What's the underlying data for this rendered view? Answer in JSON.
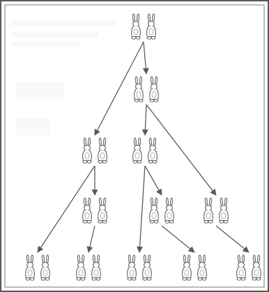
{
  "diagram": {
    "type": "tree",
    "node_icon": "rabbit-pair-icon",
    "colors": {
      "frame": "#222222",
      "background": "#ffffff",
      "stroke": "#6e6e6e",
      "arrow": "#5a5a5a",
      "watermark": "#f3f3f3"
    },
    "nodes": [
      {
        "id": "g1-a"
      },
      {
        "id": "g2-a"
      },
      {
        "id": "g3-a"
      },
      {
        "id": "g3-b"
      },
      {
        "id": "g4-a"
      },
      {
        "id": "g4-b"
      },
      {
        "id": "g4-c"
      },
      {
        "id": "g5-a"
      },
      {
        "id": "g5-b"
      },
      {
        "id": "g5-c"
      },
      {
        "id": "g5-d"
      },
      {
        "id": "g5-e"
      }
    ],
    "edges": [
      {
        "from": "g1-a",
        "to": "g2-a"
      },
      {
        "from": "g1-a",
        "to": "g3-a"
      },
      {
        "from": "g2-a",
        "to": "g3-b"
      },
      {
        "from": "g2-a",
        "to": "g4-c"
      },
      {
        "from": "g3-a",
        "to": "g4-a"
      },
      {
        "from": "g3-a",
        "to": "g5-a"
      },
      {
        "from": "g4-a",
        "to": "g5-b"
      },
      {
        "from": "g3-b",
        "to": "g4-b"
      },
      {
        "from": "g3-b",
        "to": "g5-c"
      },
      {
        "from": "g4-b",
        "to": "g5-d"
      },
      {
        "from": "g4-c",
        "to": "g5-e"
      }
    ]
  }
}
